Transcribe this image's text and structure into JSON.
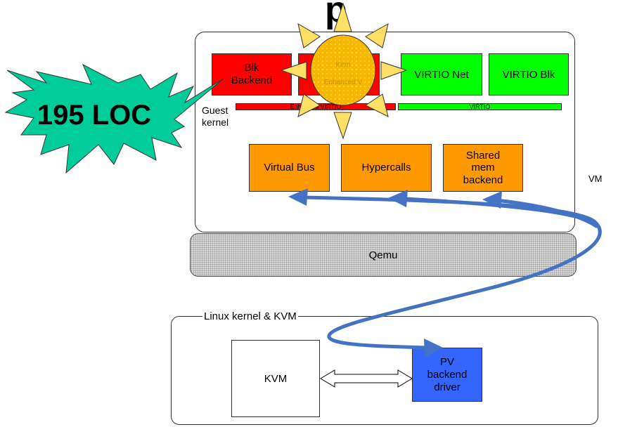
{
  "title_fragment": "p",
  "vm": {
    "label": "VM",
    "guest_kernel_label": "Guest\nkernel",
    "blk_backend_label": "Blk\nBackend",
    "virtio_net_label": "VIRTIO Net",
    "virtio_blk_label": "VIRTIO Blk",
    "sun_text_top": "Kern",
    "sun_text_bottom": "Enhanced V",
    "enhanced_virtio_bar_label": "Enhanced VIRTIO",
    "virtio_bar_label": "VIRTIO",
    "virtual_bus_label": "Virtual Bus",
    "hypercalls_label": "Hypercalls",
    "shared_mem_label": "Shared\nmem\nbackend"
  },
  "qemu_label": "Qemu",
  "host": {
    "label": "Linux kernel & KVM",
    "kvm_label": "KVM",
    "pv_backend_label": "PV\nbackend\ndriver"
  },
  "callout": {
    "text": "195 LOC"
  },
  "colors": {
    "red": "#ff0000",
    "green": "#00ff00",
    "orange": "#ff9900",
    "blue_box": "#3366ff",
    "arrow_blue": "#4472c4",
    "burst_teal": "#00cc99",
    "sun_yellow": "#ffe066",
    "sun_orange": "#ffb000"
  }
}
